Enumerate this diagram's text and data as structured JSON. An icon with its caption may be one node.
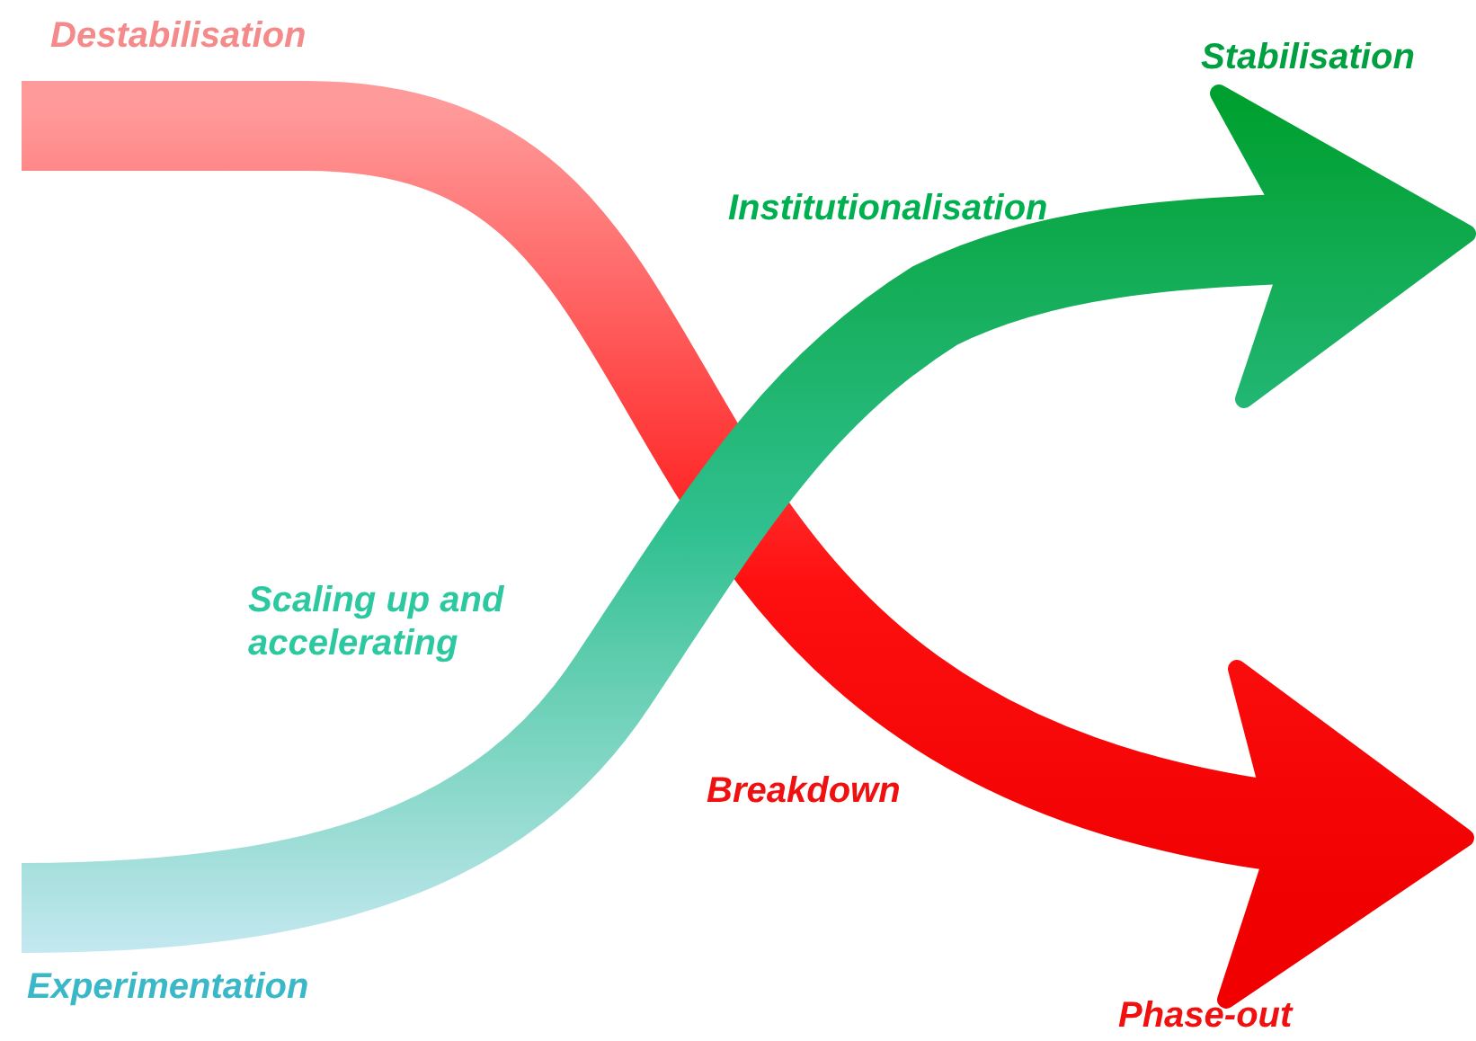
{
  "diagram": {
    "labels": [
      "Destabilisation",
      "Stabilisation",
      "Institutionalisation",
      "Scaling up and accelerating",
      "Breakdown",
      "Experimentation",
      "Phase-out"
    ]
  }
}
